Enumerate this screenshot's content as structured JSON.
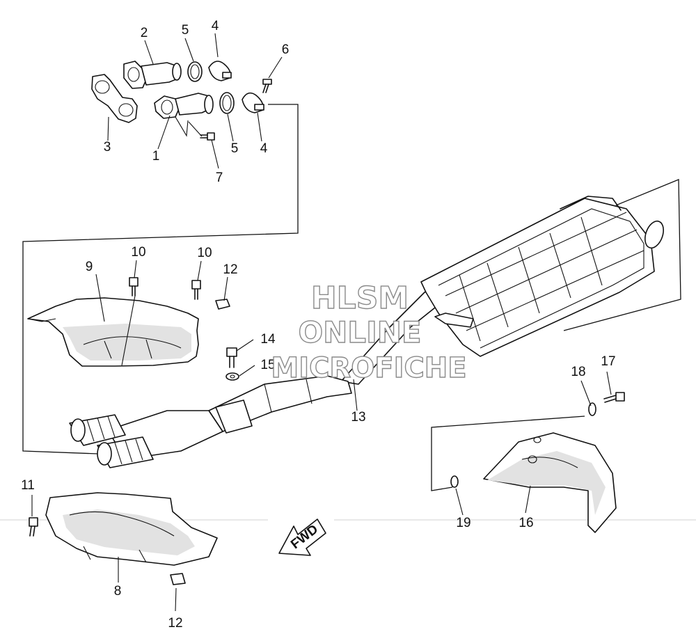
{
  "watermark": {
    "line1": "HLSM",
    "line2": "ONLINE",
    "line3": "MICROFICHE"
  },
  "direction_label": "FWD",
  "callouts": {
    "c2": "2",
    "c5a": "5",
    "c4a": "4",
    "c6": "6",
    "c3": "3",
    "c1": "1",
    "c5b": "5",
    "c4b": "4",
    "c7": "7",
    "c9": "9",
    "c10a": "10",
    "c10b": "10",
    "c12a": "12",
    "c14": "14",
    "c15": "15",
    "c13": "13",
    "c18": "18",
    "c17": "17",
    "c11": "11",
    "c8": "8",
    "c12b": "12",
    "c19": "19",
    "c16": "16"
  }
}
